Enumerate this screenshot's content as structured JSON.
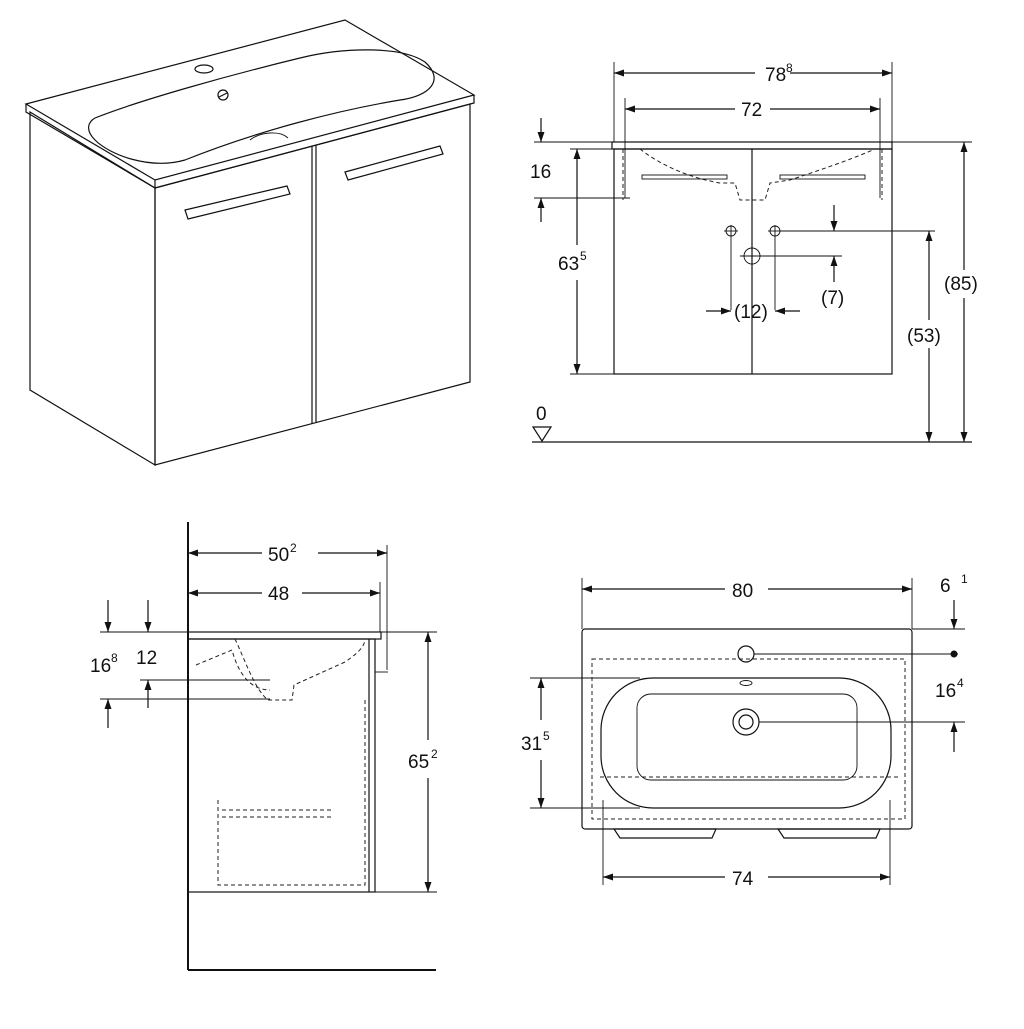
{
  "front_view": {
    "width_overall": "78",
    "width_overall_sup": "8",
    "width_inner": "72",
    "top_thickness": "16",
    "cabinet_height": "63",
    "cabinet_height_sup": "5",
    "drain_spacing": "(12)",
    "drain_offset": "(7)",
    "drain_height": "(53)",
    "total_height": "(85)",
    "floor_level": "0"
  },
  "side_view": {
    "depth_overall": "50",
    "depth_overall_sup": "2",
    "depth_inner": "48",
    "basin_depth": "16",
    "basin_depth_sup": "8",
    "basin_inner": "12",
    "cabinet_height": "65",
    "cabinet_height_sup": "2"
  },
  "top_view": {
    "width_overall": "80",
    "tap_offset": "6",
    "tap_offset_sup": "1",
    "drain_offset": "16",
    "drain_offset_sup": "4",
    "basin_depth": "31",
    "basin_depth_sup": "5",
    "cabinet_width": "74"
  }
}
